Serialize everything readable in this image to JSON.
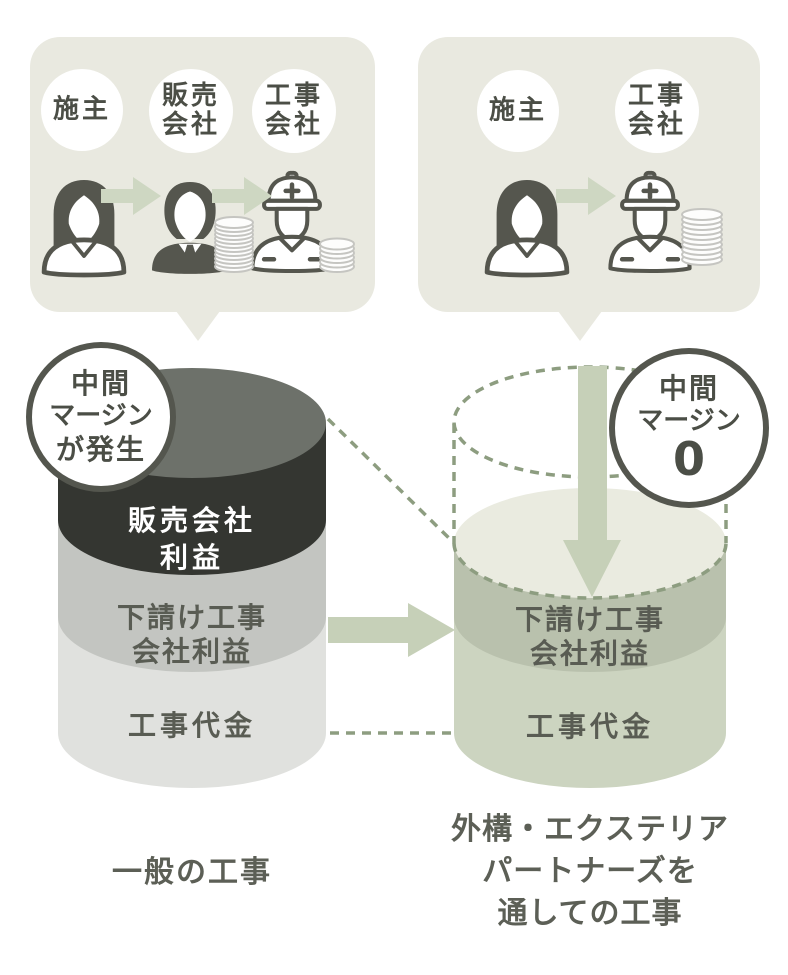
{
  "diagram_title_visible": "",
  "colors": {
    "bubble_bg": "#e9e9e0",
    "icon_dark": "#55564e",
    "arrow_green_light": "#ced7c2",
    "arrow_green": "#c6d0b8",
    "cyl_top_gray": "#6d716a",
    "layer_dark": "#343631",
    "layer_gray": "#c3c5c1",
    "layer_light_gray": "#e0e1de",
    "cyl_top_cream": "#eaebe0",
    "layer_sage": "#b9c1ad",
    "layer_light_sage": "#ccd4c0",
    "dashed_green": "#8d9d80",
    "badge_border": "#54564e",
    "badge_text": "#4b4e46",
    "band_text": "#595c53",
    "caption_text": "#5c5f56",
    "coin_fill": "#fdfdfc",
    "coin_stroke": "#c5c5c1",
    "circle_fill": "#ffffff"
  },
  "icons": {
    "client": "person-female-icon",
    "sales_company": "person-businessman-icon",
    "construction_company": "person-worker-icon",
    "money": "coin-stack-icon",
    "flow": "arrow-right-icon",
    "drop": "arrow-down-icon"
  },
  "left": {
    "actors": [
      {
        "lines": [
          "施主"
        ]
      },
      {
        "lines": [
          "販売",
          "会社"
        ]
      },
      {
        "lines": [
          "工事",
          "会社"
        ]
      }
    ],
    "badge": {
      "lines": [
        "中間",
        "マージン",
        "が発生"
      ]
    },
    "layers": {
      "top_line1": "販売会社",
      "top_line2": "利益",
      "mid_line1": "下請け工事",
      "mid_line2": "会社利益",
      "bottom": "工事代金"
    },
    "caption": "一般の工事"
  },
  "right": {
    "actors": [
      {
        "lines": [
          "施主"
        ]
      },
      {
        "lines": [
          "工事",
          "会社"
        ]
      }
    ],
    "badge": {
      "lines": [
        "中間",
        "マージン",
        "0"
      ]
    },
    "layers": {
      "mid_line1": "下請け工事",
      "mid_line2": "会社利益",
      "bottom": "工事代金"
    },
    "caption_line1": "外構・エクステリア",
    "caption_line2": "パートナーズを",
    "caption_line3": "通しての工事"
  }
}
